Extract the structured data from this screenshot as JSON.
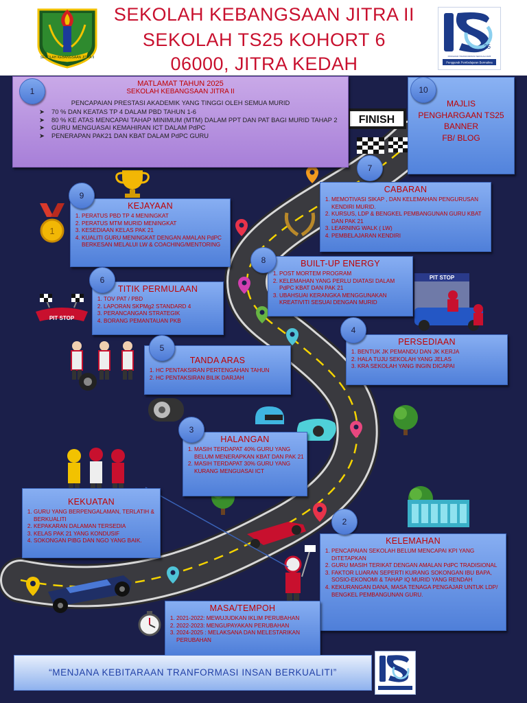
{
  "header": {
    "title_line1": "SEKOLAH KEBANGSAAN JITRA II",
    "title_line2": "SEKOLAH TS25 KOHORT 6",
    "title_line3": "06000, JITRA KEDAH",
    "school_logo_text": "SEKOLAH KEBANGSAAN JITRA II",
    "ts25_logo_caption1": "PROGRAM TRANSFORMASI SEKOLAH 2025",
    "ts25_logo_caption2": "Penggerak Pembelajaran Bermakna"
  },
  "colors": {
    "title_red": "#c8102e",
    "navy_background": "#1b1f4a",
    "box_blue": "#6a96e6",
    "goal_purple": "#b690df",
    "road": "#3b3b40",
    "motto_text": "#1f3fa6"
  },
  "finish_sign": "FINISH",
  "pit_stop_signs": [
    "PIT STOP",
    "PIT STOP"
  ],
  "goal": {
    "number": "1",
    "title": "MATLAMAT TAHUN 2025",
    "school": "SEKOLAH KEBANGSAAN JITRA II",
    "statement": "PENCAPAIAN PRESTASI AKADEMIK YANG TINGGI OLEH SEMUA MURID",
    "bullet_icon": "arrow-bullet-icon",
    "items": [
      "70 % DAN KEATAS  TP 4 DALAM PBD TAHUN 1-6",
      "80 % KE ATAS MENCAPAI TAHAP MINIMUM (MTM) DALAM PPT DAN PAT BAGI MURID TAHAP 2",
      "GURU MENGUASAI KEMAHIRAN ICT DALAM PdPC",
      "PENERAPAN PAK21 DAN KBAT DALAM PdPC GURU"
    ]
  },
  "majlis": {
    "number": "10",
    "lines": [
      "MAJLIS",
      "PENGHARGAAN TS25",
      "BANNER",
      "FB/ BLOG"
    ]
  },
  "cabaran": {
    "number": "7",
    "title": "CABARAN",
    "items": [
      "MEMOTIVASI SIKAP , DAN KELEMAHAN PENGURUSAN KENDIRI MURID.",
      "KURSUS, LDP & BENGKEL PEMBANGUNAN GURU KBAT DAN PAK 21",
      "LEARNING WALK ( LW)",
      "PEMBELAJARAN KENDIRI"
    ]
  },
  "kejayaan": {
    "number": "9",
    "title": "KEJAYAAN",
    "items": [
      "PERATUS PBD TP 4 MENINGKAT",
      "PERATUS MTM MURID MENINGKAT",
      "KESEDIAAN KELAS PAK 21",
      "KUALITI GURU MENINGKAT DENGAN AMALAN PdPC BERKESAN MELALUI LW & COACHING/MENTORING"
    ]
  },
  "built_up": {
    "number": "8",
    "title": "BUILT-UP ENERGY",
    "items": [
      "POST MORTEM PROGRAM",
      "KELEMAHAN YANG PERLU DIATASI DALAM PdPC KBAT DAN PAK 21",
      "UBAHSUAI KERANGKA MENGGUNAKAN KREATIVITI SESUAI DENGAN MURID"
    ]
  },
  "titik_permulaan": {
    "number": "6",
    "title": "TITIK PERMULAAN",
    "items": [
      "TOV PAT / PBD",
      "LAPORAN SKPMg2 STANDARD 4",
      "PERANCANGAN STRATEGIK",
      "BORANG PEMANTAUAN PKB"
    ]
  },
  "persediaan": {
    "number": "4",
    "title": "PERSEDIAAN",
    "items": [
      "BENTUK JK PEMANDU DAN JK KERJA",
      "HALA TUJU SEKOLAH YANG JELAS",
      "KRA SEKOLAH YANG INGIN DICAPAI"
    ]
  },
  "tanda_aras": {
    "number": "5",
    "title": "TANDA ARAS",
    "items": [
      "HC PENTAKSIRAN PERTENGAHAN TAHUN",
      "HC PENTAKSIRAN BILIK DARJAH"
    ]
  },
  "halangan": {
    "number": "3",
    "title": "HALANGAN",
    "items": [
      "MASIH TERDAPAT 40% GURU YANG BELUM MENERAPKAN KBAT DAN PAK 21",
      "MASIH TERDAPAT 30% GURU YANG KURANG MENGUASAI ICT"
    ]
  },
  "kekuatan": {
    "title": "KEKUATAN",
    "items": [
      "GURU YANG BERPENGALAMAN, TERLATIH & BERKUALITI",
      "KEPAKARAN DALAMAN TERSEDIA",
      "KELAS PAK 21 YANG KONDUSIF",
      "SOKONGAN PIBG DAN NGO YANG BAIK."
    ]
  },
  "kelemahan": {
    "number": "2",
    "title": "KELEMAHAN",
    "items": [
      "PENCAPAIAN SEKOLAH BELUM MENCAPAI KPI YANG DITETAPKAN",
      "GURU MASIH TERIKAT DENGAN AMALAN PdPC TRADISIONAL",
      "FAKTOR LUARAN SEPERTI KURANG SOKONGAN IBU BAPA, SOSIO-EKONOMI & TAHAP IQ MURID YANG RENDAH",
      "KEKURANGAN DANA, MASA TENAGA PENGAJAR UNTUK LDP/ BENGKEL PEMBANGUNAN GURU."
    ]
  },
  "masa": {
    "title": "MASA/TEMPOH",
    "items": [
      "2021-2022: MEWUJUDKAN IKLIM PERUBAHAN",
      "2022-2023: MENGUPAYAKAN PERUBAHAN",
      "2024-2025 : MELAKSANA DAN MELESTARIKAN PERUBAHAN"
    ]
  },
  "motto": "“MENJANA KEBITARAAN TRANFORMASI INSAN BERKUALITI”",
  "icons": [
    "trophy-icon",
    "medal-icon",
    "laurel-icon",
    "location-pin-icon",
    "stopwatch-icon",
    "race-car-icon",
    "helmet-icon",
    "tree-icon",
    "checkered-flag-icon",
    "tire-icon",
    "traffic-light-icon"
  ]
}
